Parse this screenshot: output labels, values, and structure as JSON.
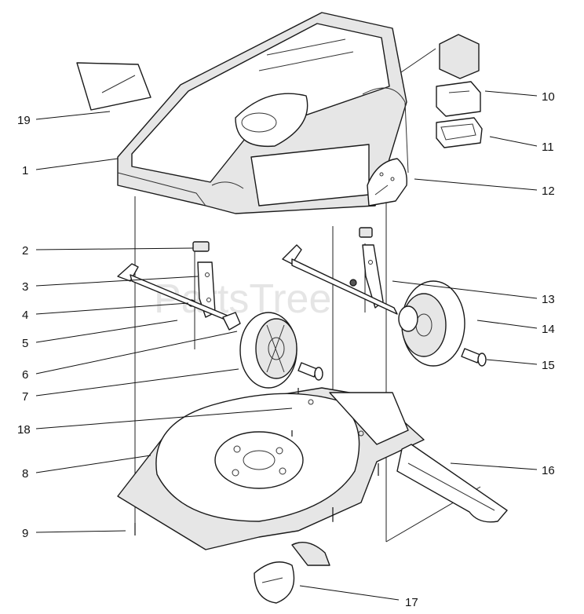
{
  "watermark": "PartsTree",
  "callouts": [
    "1",
    "2",
    "3",
    "4",
    "5",
    "6",
    "7",
    "8",
    "9",
    "10",
    "11",
    "12",
    "13",
    "14",
    "15",
    "16",
    "17",
    "18",
    "19"
  ]
}
